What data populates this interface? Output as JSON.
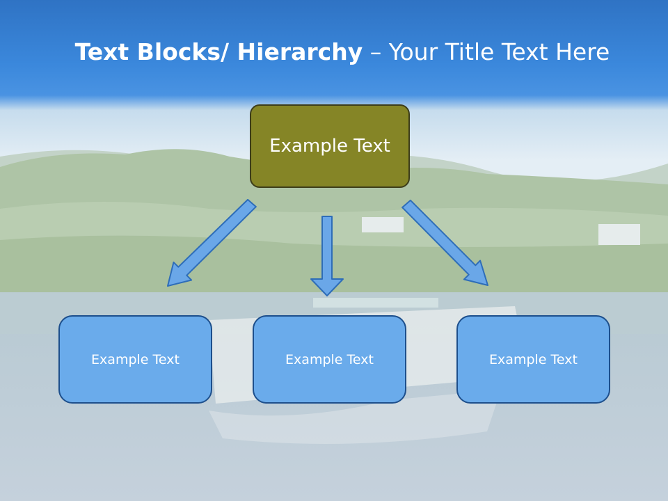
{
  "title": {
    "bold_part": "Text Blocks/ Hierarchy",
    "dash": " – ",
    "regular_part": "Your Title Text Here"
  },
  "diagram": {
    "top_node": {
      "label": "Example Text"
    },
    "child_nodes": [
      {
        "label": "Example Text"
      },
      {
        "label": "Example Text"
      },
      {
        "label": "Example Text"
      }
    ]
  },
  "colors": {
    "title_band": "#3d86d8",
    "top_node_fill": "#858526",
    "child_node_fill": "#6aabeb",
    "arrow_fill": "#6aa7e8",
    "arrow_stroke": "#2e6db8"
  }
}
